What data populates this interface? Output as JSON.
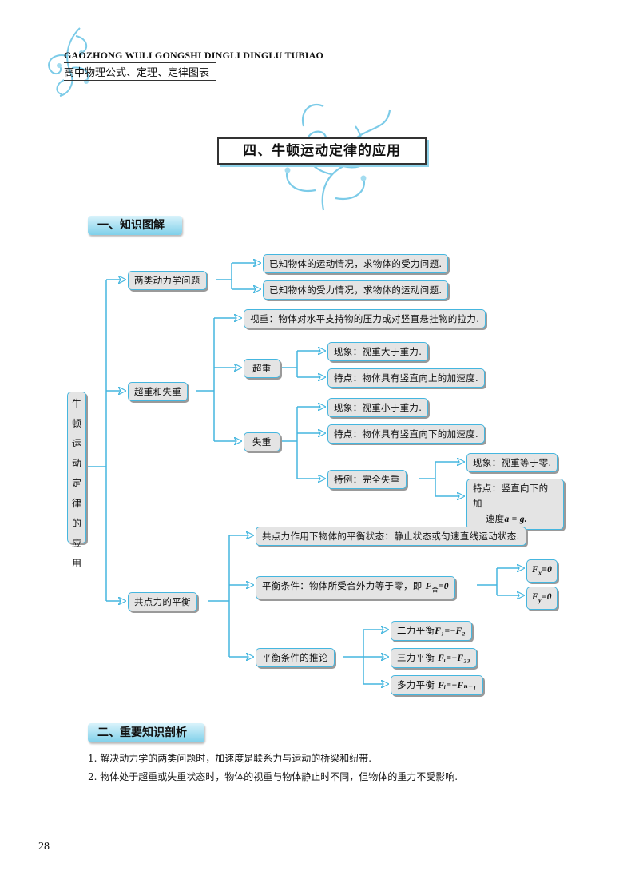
{
  "header": {
    "en": "GAOZHONG WULI GONGSHI DINGLI DINGLU TUBIAO",
    "cn": "高中物理公式、定理、定律图表"
  },
  "title": "四、牛顿运动定律的应用",
  "section1": "一、知识图解",
  "section2": "二、重要知识剖析",
  "root": [
    "牛",
    "顿",
    "运",
    "动",
    "定",
    "律",
    "的",
    "应",
    "用"
  ],
  "nodes": {
    "n1": "两类动力学问题",
    "n1a": "已知物体的运动情况，求物体的受力问题.",
    "n1b": "已知物体的受力情况，求物体的运动问题.",
    "n2": "超重和失重",
    "n2a": "视重：物体对水平支持物的压力或对竖直悬挂物的拉力.",
    "n2b": "超重",
    "n2b1": "现象：视重大于重力.",
    "n2b2": "特点：物体具有竖直向上的加速度.",
    "n2c": "失重",
    "n2c1": "现象：视重小于重力.",
    "n2c2": "特点：物体具有竖直向下的加速度.",
    "n2c3": "特例：完全失重",
    "n2c3a": "现象：视重等于零.",
    "n2c3b_1": "特点：竖直向下的加",
    "n2c3b_2": "速度",
    "n2c3b_f": "a = g.",
    "n3": "共点力的平衡",
    "n3a": "共点力作用下物体的平衡状态：静止状态或匀速直线运动状态.",
    "n3b": "平衡条件：物体所受合外力等于零，即",
    "n3b_f": "F",
    "n3b_sub": "合",
    "n3b_eq": "=0",
    "n3b1_f": "F",
    "n3b1_sub": "x",
    "n3b1_eq": "=0",
    "n3b2_f": "F",
    "n3b2_sub": "y",
    "n3b2_eq": "=0",
    "n3c": "平衡条件的推论",
    "n3c1": "二力平衡",
    "n3c1_f": "F₁=−F₂",
    "n3c2": "三力平衡",
    "n3c2_f": "Fᵢ=−F₂₃",
    "n3c3": "多力平衡",
    "n3c3_f": "Fᵢ=−Fₙ₋₁"
  },
  "analysis": [
    "1. 解决动力学的两类问题时，加速度是联系力与运动的桥梁和纽带.",
    "2. 物体处于超重或失重状态时，物体的视重与物体静止时不同，但物体的重力不受影响."
  ],
  "page_number": "28",
  "colors": {
    "accent": "#45b6df",
    "node_bg": "#e4e4e4",
    "banner": "#7fd0ea"
  }
}
